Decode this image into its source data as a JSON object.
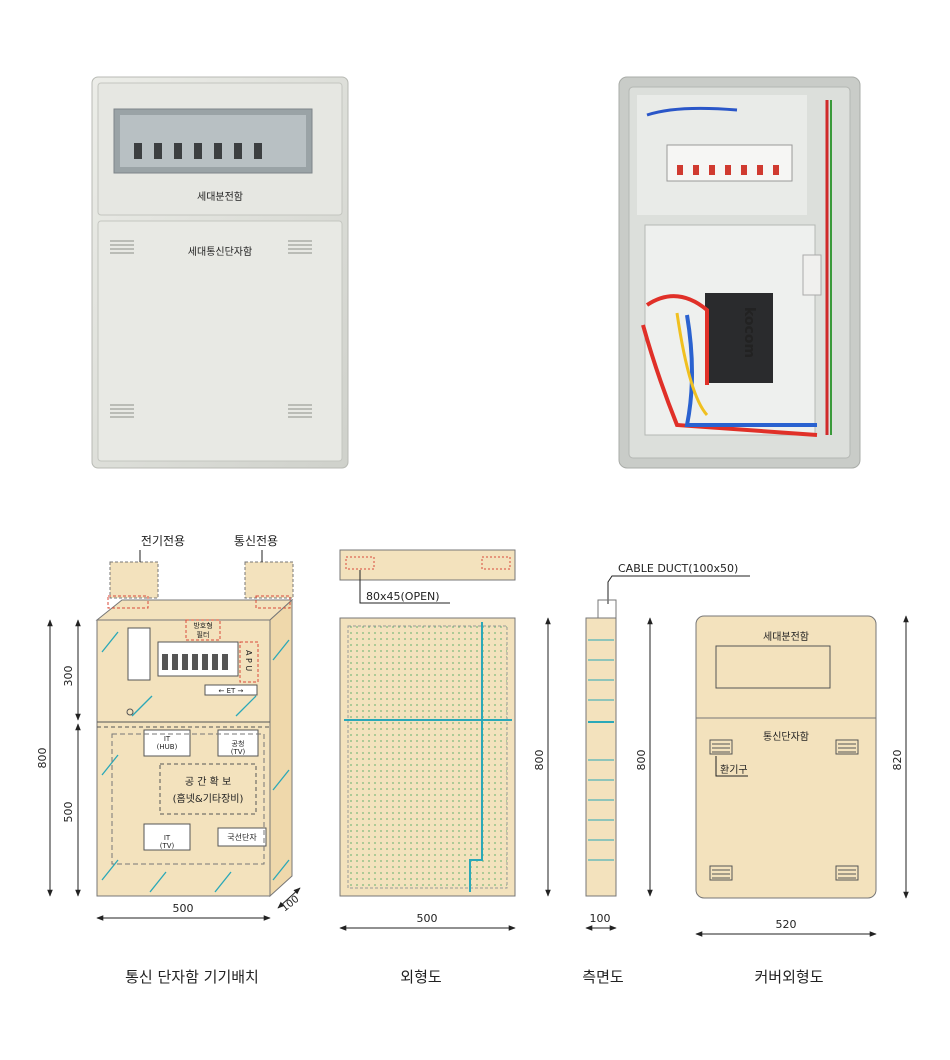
{
  "photos": {
    "closed_cabinet": {
      "faint_label_top": "세대분전함",
      "faint_label_bottom": "세대통신단자함"
    },
    "open_cabinet": {
      "brand": "kocom"
    }
  },
  "drawing1": {
    "label_electric": "전기전용",
    "label_comm": "통신전용",
    "filter_label_1": "방호형",
    "filter_label_2": "필터",
    "apu_label": "A P U",
    "et_label": "← ET →",
    "it_hub": "IT\n(HUB)",
    "aerial_tv": "공청\n(TV)",
    "space_line1": "공 간 확 보",
    "space_line2": "(홈넷&기타장비)",
    "it_tv": "IT\n(TV)",
    "national_terminal": "국선단자",
    "dim_300": "300",
    "dim_500_v": "500",
    "dim_800": "800",
    "dim_500_w": "500",
    "dim_100": "100"
  },
  "drawing2": {
    "opening_label": "80x45(OPEN)",
    "dim_800": "800",
    "dim_500": "500"
  },
  "drawing3": {
    "duct_label": "CABLE DUCT(100x50)",
    "dim_800": "800",
    "dim_100": "100"
  },
  "drawing4": {
    "top_panel_label": "세대분전함",
    "bottom_panel_label": "통신단자함",
    "vent_label": "환기구",
    "dim_820": "820",
    "dim_520": "520"
  },
  "captions": {
    "c1": "통신 단자함 기기배치",
    "c2": "외형도",
    "c3": "측면도",
    "c4": "커버외형도"
  },
  "colors": {
    "panel_fill": "#f3e2bd",
    "panel_line": "#777777",
    "cyan_line": "#2aa8b8",
    "red_dash": "#d84a3a",
    "green_dot": "#7ab87a"
  }
}
